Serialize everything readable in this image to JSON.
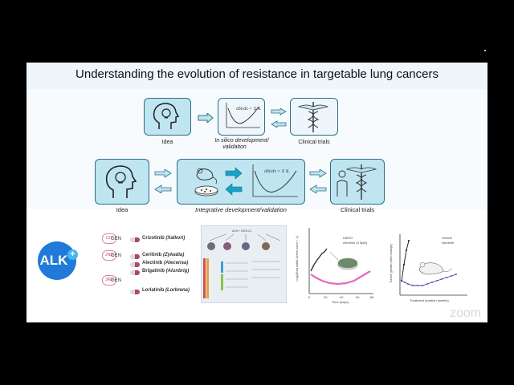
{
  "slide": {
    "title": "Understanding the evolution of resistance in targetable lung cancers"
  },
  "top_row": {
    "idea_label": "Idea",
    "in_silico_label_1": "In silico development/",
    "in_silico_label_2": "validation",
    "clinical_label": "Clinical trials"
  },
  "bottom_row": {
    "idea_label": "Idea",
    "integrative_label": "Integrative development/validation",
    "clinical_label": "Clinical trials"
  },
  "alk": {
    "text": "ALK",
    "plus": "+"
  },
  "generations": [
    {
      "badge": "1ST",
      "gen": "GEN"
    },
    {
      "badge": "2ND",
      "gen": "GEN"
    },
    {
      "badge": "3RD",
      "gen": "GEN"
    }
  ],
  "drugs": [
    {
      "name": "Crizotinib",
      "brand": "(Xalkori)"
    },
    {
      "name": "Ceritinib",
      "brand": "(Zykadia)"
    },
    {
      "name": "Alectinib",
      "brand": "(Alecensa)"
    },
    {
      "name": "Brigatinib",
      "brand": "(Alunbrig)"
    },
    {
      "name": "Lorlatinib",
      "brand": "(Lorbrena)"
    }
  ],
  "figure_center": {
    "title": "ALK+ NSCLC"
  },
  "plot_left": {
    "ylabel": "Log2(fold initial Green Area + 1)",
    "xlabel": "Time (days)",
    "legend": [
      "DMSO",
      "Alectinib (0.5μM)"
    ],
    "legend_colors": [
      "#333333",
      "#e04fb0"
    ],
    "x_ticks": [
      "0",
      "20",
      "40",
      "60",
      "80"
    ]
  },
  "plot_right": {
    "ylabel": "Tumor growth (fold change)",
    "xlabel": "Treatment duration (weeks)",
    "legend": [
      "Vehicle",
      "Alectinib"
    ],
    "legend_colors": [
      "#111111",
      "#5a2aa0"
    ]
  },
  "watermark": "zoom"
}
